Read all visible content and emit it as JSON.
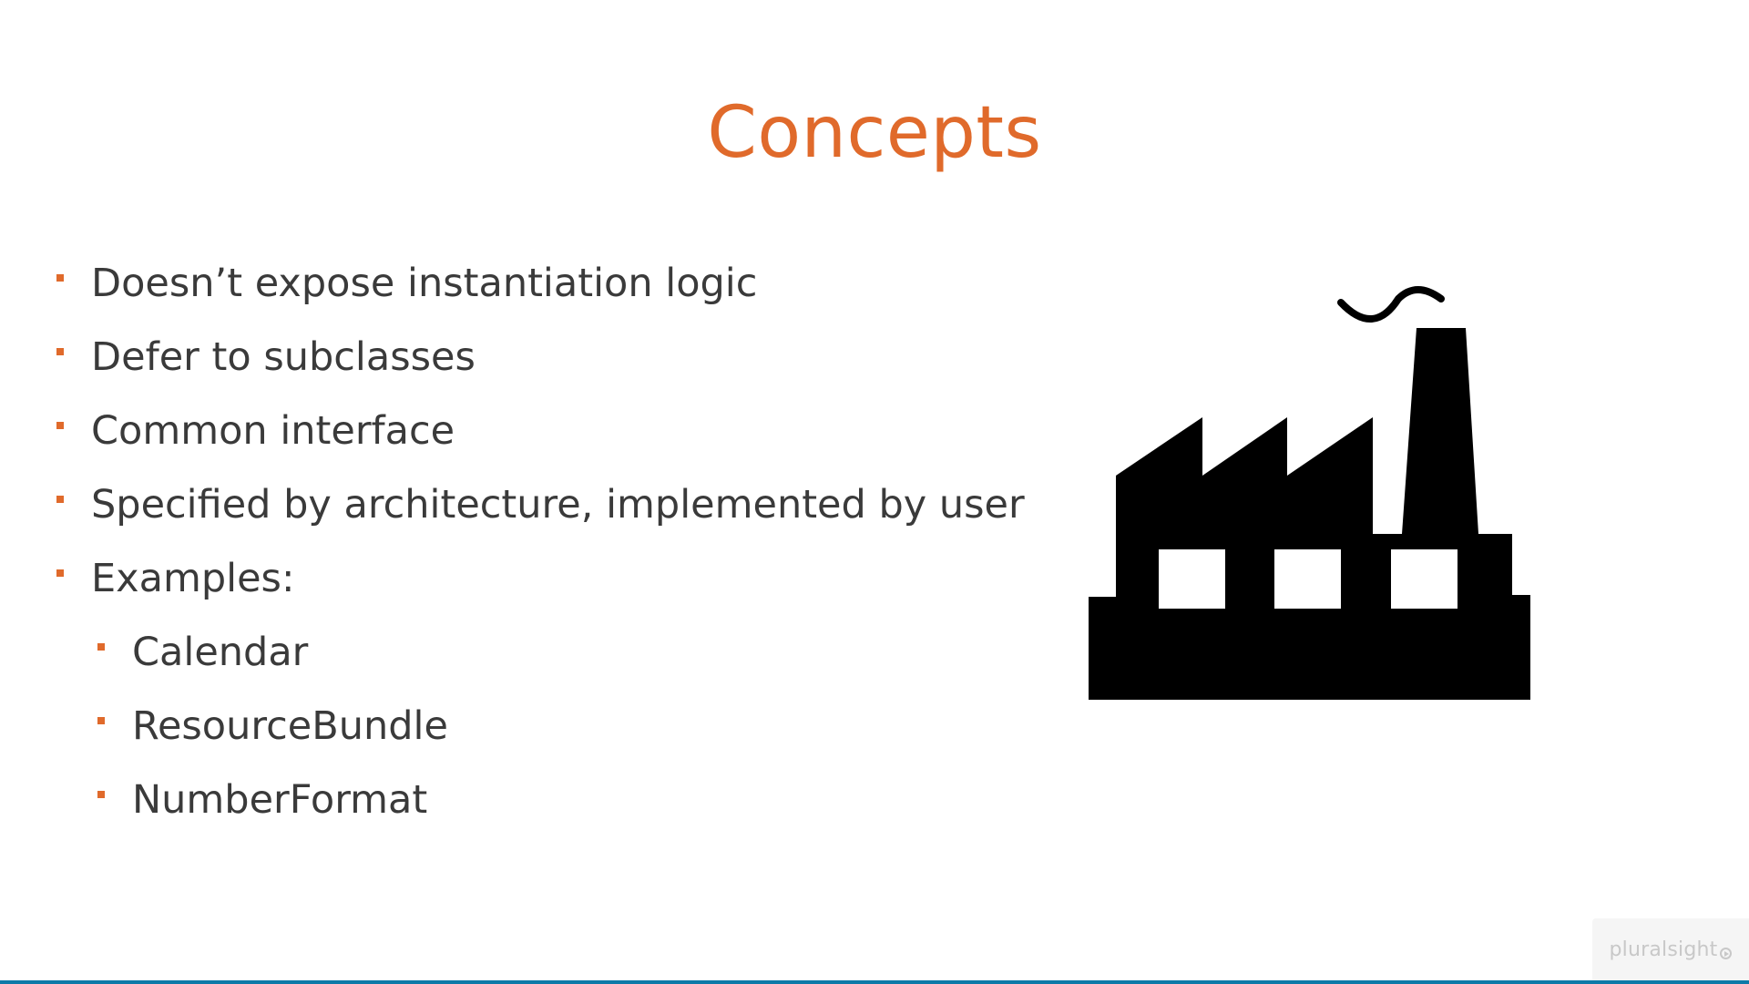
{
  "slide": {
    "title": "Concepts",
    "accent_color": "#e06a2b",
    "text_color": "#3a3a3a",
    "bullets": [
      {
        "text": "Doesn’t expose instantiation logic",
        "level": 1
      },
      {
        "text": "Defer to subclasses",
        "level": 1
      },
      {
        "text": "Common interface",
        "level": 1
      },
      {
        "text": "Specified by architecture, implemented by user",
        "level": 1
      },
      {
        "text": "Examples:",
        "level": 1
      },
      {
        "text": "Calendar",
        "level": 2
      },
      {
        "text": "ResourceBundle",
        "level": 2
      },
      {
        "text": "NumberFormat",
        "level": 2
      }
    ],
    "illustration": {
      "icon": "factory-icon",
      "color": "#000000"
    }
  },
  "watermark": {
    "text": "pluralsight",
    "icon": "play-circle-icon"
  },
  "bottom_bar_color": "#0d7aa8"
}
